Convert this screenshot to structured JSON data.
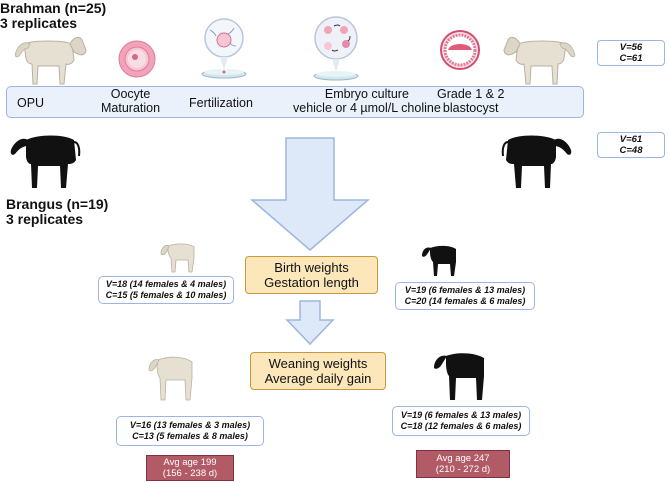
{
  "breeds": {
    "brahman": {
      "name": "Brahman (n=25)",
      "replicates": "3 replicates"
    },
    "brangus": {
      "name": "Brangus (n=19)",
      "replicates": "3  replicates"
    }
  },
  "steps": [
    {
      "label": "OPU"
    },
    {
      "label": "Oocyte",
      "label2": "Maturation"
    },
    {
      "label": "Fertilization"
    },
    {
      "label": "Embryo culture",
      "label2": "vehicle or 4 µmol/L choline"
    },
    {
      "label": "Grade 1 & 2",
      "label2": "blastocyst"
    }
  ],
  "counts": {
    "brahman": {
      "v": "V=56",
      "c": "C=61"
    },
    "brangus": {
      "v": "V=61",
      "c": "C=48"
    }
  },
  "measures": {
    "birth": {
      "line1": "Birth weights",
      "line2": "Gestation length"
    },
    "weaning": {
      "line1": "Weaning weights",
      "line2": "Average daily gain"
    }
  },
  "birth_groups": {
    "brahman": {
      "v": "V=18 (14 females & 4 males)",
      "c": "C=15 (5 females & 10 males)"
    },
    "brangus": {
      "v": "V=19 (6 females & 13 males)",
      "c": "C=20 (14 females & 6 males)"
    }
  },
  "weaning_groups": {
    "brahman": {
      "v": "V=16 (13 females & 3 males)",
      "c": "C=13 (5 females & 8 males)"
    },
    "brangus": {
      "v": "V=19 (6 females & 13 males)",
      "c": "C=18 (12 females & 6 males)"
    }
  },
  "ages": {
    "brahman": {
      "line1": "Avg age 199",
      "line2": "(156 - 238 d)"
    },
    "brangus": {
      "line1": "Avg age 247",
      "line2": "(210 - 272 d)"
    }
  },
  "colors": {
    "box_border": "#9bb6e0",
    "bar_fill": "#eaf1fb",
    "arrow_fill": "#dde8f8",
    "measure_fill": "#fbe7b9",
    "age_fill": "#b25a66",
    "brahman_coat": "#e6e0d3",
    "brangus_coat": "#111111"
  }
}
